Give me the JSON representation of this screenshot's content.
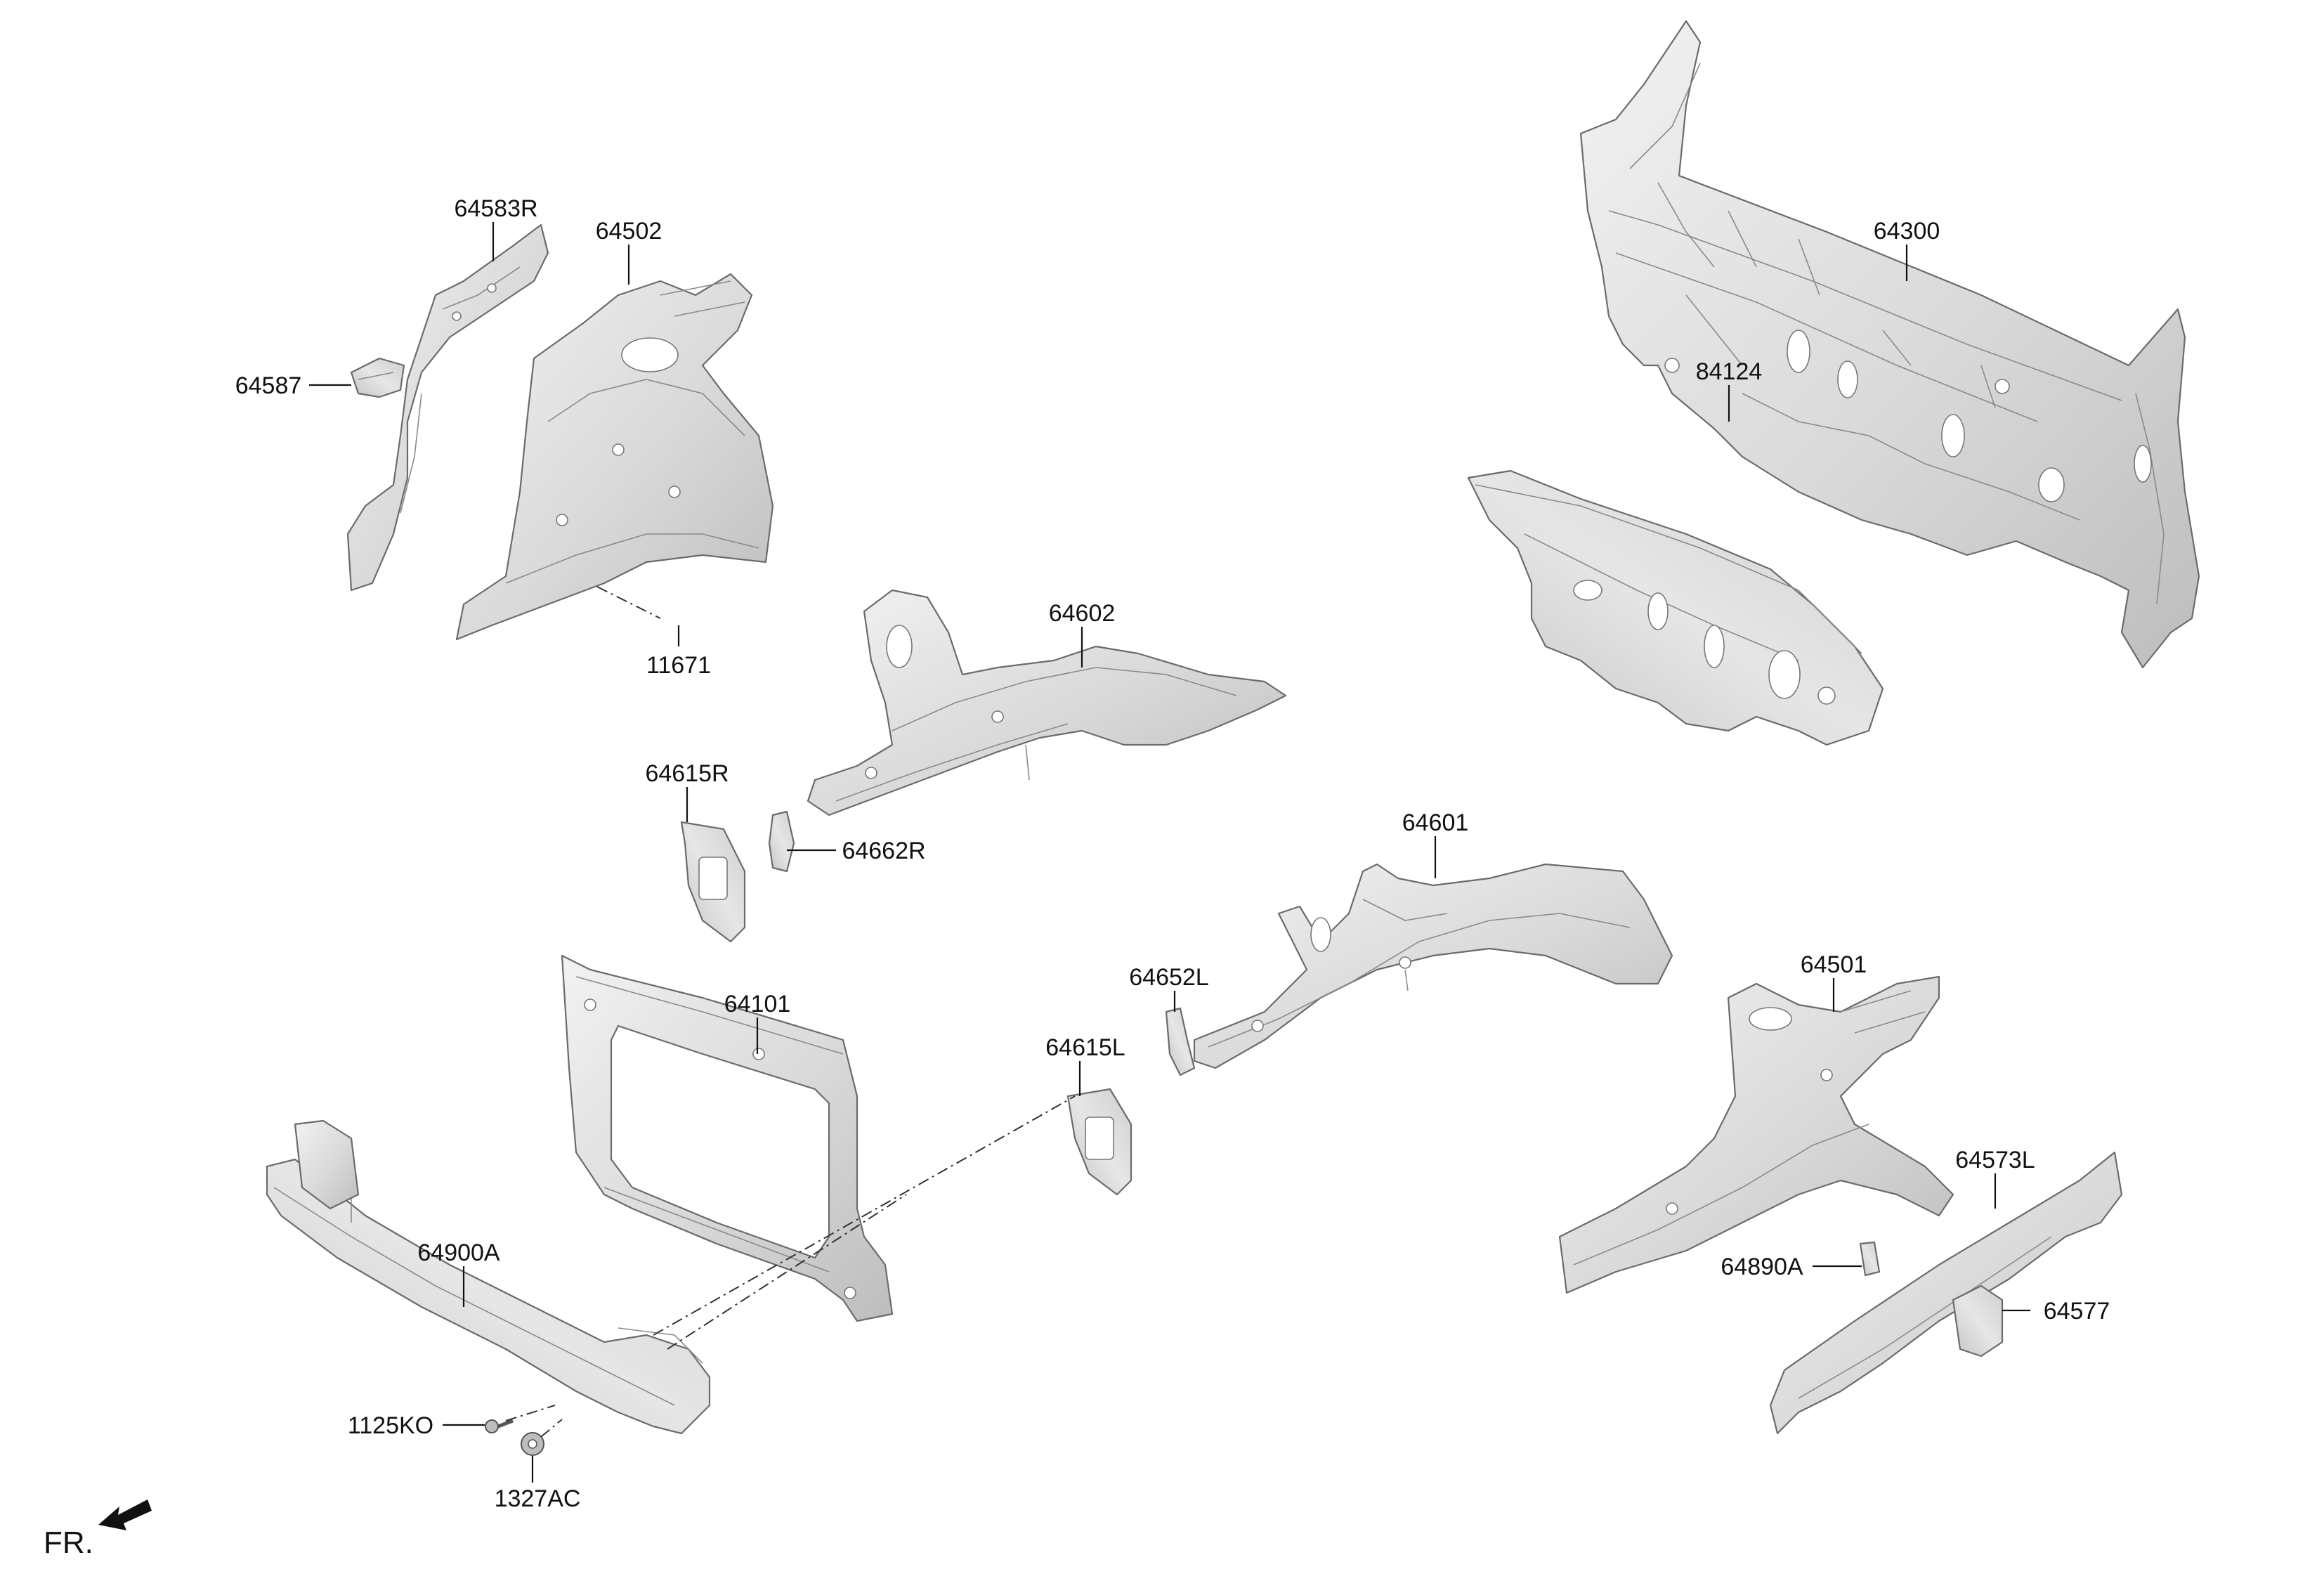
{
  "diagram": {
    "labels": {
      "p64300": "64300",
      "p84124": "84124",
      "p64583R": "64583R",
      "p64502": "64502",
      "p64587": "64587",
      "p11671": "11671",
      "p64602": "64602",
      "p64615R": "64615R",
      "p64662R": "64662R",
      "p64601": "64601",
      "p64652L": "64652L",
      "p64615L": "64615L",
      "p64101": "64101",
      "p64900A": "64900A",
      "p1125KO": "1125KO",
      "p1327AC": "1327AC",
      "p64501": "64501",
      "p64573L": "64573L",
      "p64890A": "64890A",
      "p64577": "64577"
    },
    "direction": "FR."
  },
  "colors": {
    "part_fill_light": "#e9e9e9",
    "part_fill_mid": "#d2d2d2",
    "part_fill_dark": "#b9b9b9",
    "line": "#111111"
  }
}
